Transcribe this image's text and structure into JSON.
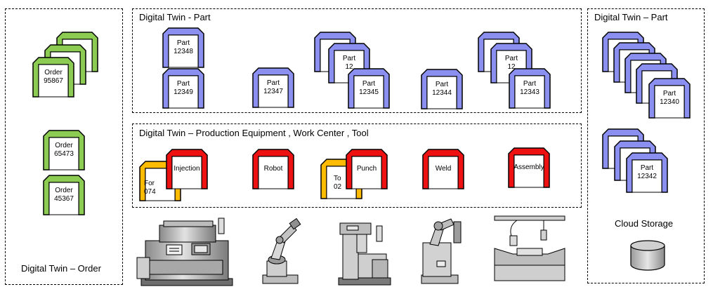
{
  "colors": {
    "part": "#8b8ff0",
    "order": "#8ccc52",
    "equipment": "#ee1111",
    "tool": "#ffbb00",
    "machine": "#c8c8c8"
  },
  "panels": {
    "order": {
      "title": "Digital Twin – Order"
    },
    "part_top": {
      "title": "Digital Twin - Part"
    },
    "equipment": {
      "title": "Digital Twin – Production Equipment , Work Center , Tool"
    },
    "part_right": {
      "title": "Digital Twin – Part",
      "storage_label": "Cloud Storage"
    }
  },
  "orders": [
    {
      "line1": "Order",
      "line2": "95867"
    },
    {
      "line1": "Order",
      "line2": "65473"
    },
    {
      "line1": "Order",
      "line2": "45367"
    }
  ],
  "parts_top": [
    {
      "line1": "Part",
      "line2": "12348"
    },
    {
      "line1": "Part",
      "line2": "12349"
    },
    {
      "line1": "Part",
      "line2": "12347"
    },
    {
      "line1": "Part",
      "line2": "12"
    },
    {
      "line1": "Part",
      "line2": "12345"
    },
    {
      "line1": "Part",
      "line2": "12344"
    },
    {
      "line1": "Part",
      "line2": "12"
    },
    {
      "line1": "Part",
      "line2": "12343"
    }
  ],
  "equipment": [
    {
      "line1": "For",
      "line2": "074"
    },
    {
      "line1": "Injection",
      "line2": ""
    },
    {
      "line1": "Robot",
      "line2": ""
    },
    {
      "line1": "To",
      "line2": "02"
    },
    {
      "line1": "Punch",
      "line2": ""
    },
    {
      "line1": "Weld",
      "line2": ""
    },
    {
      "line1": "Assembly",
      "line2": ""
    }
  ],
  "parts_right": [
    {
      "line1": "Part",
      "line2": "12340"
    },
    {
      "line1": "Part",
      "line2": "12342"
    }
  ],
  "icons": [
    "injection-machine-icon",
    "robot-arm-icon",
    "punch-press-icon",
    "welding-robot-icon",
    "assembly-station-icon",
    "cloud-storage-icon"
  ]
}
